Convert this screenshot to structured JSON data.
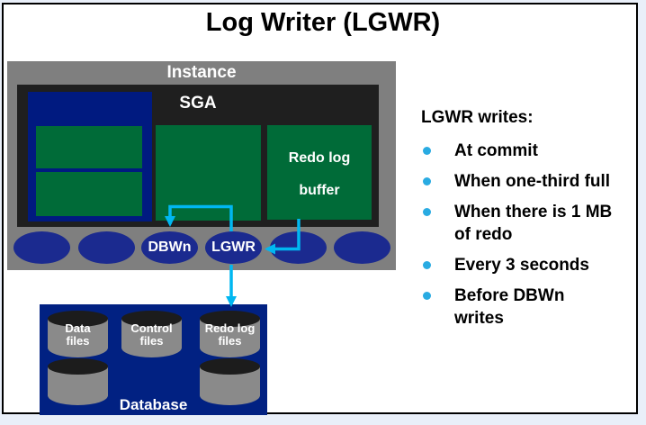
{
  "title": "Log Writer (LGWR)",
  "diagram": {
    "instance_label": "Instance",
    "sga_label": "SGA",
    "redo_log_buffer_label": {
      "lines": [
        "Redo log",
        "buffer"
      ]
    },
    "process_ovals": [
      "",
      "",
      "DBWn",
      "LGWR",
      "",
      ""
    ],
    "database": {
      "label": "Database",
      "cylinders": [
        {
          "lines": [
            "Data",
            "files"
          ]
        },
        {
          "lines": [
            "Control",
            "files"
          ]
        },
        {
          "lines": [
            "Redo log",
            "files"
          ]
        }
      ]
    },
    "arrows": [
      "lgwr-to-dbwn",
      "redo-log-buffer-to-lgwr",
      "lgwr-to-redo-log-files"
    ]
  },
  "panel": {
    "heading": "LGWR writes:",
    "bullets": [
      [
        "At commit"
      ],
      [
        "When one-third full"
      ],
      [
        "When there is 1 MB",
        "of redo"
      ],
      [
        "Every 3 seconds"
      ],
      [
        "Before DBWn",
        "writes"
      ]
    ]
  },
  "colors": {
    "arrow_cyan": "#00B7F1",
    "bullet_blue": "#29ABE2",
    "shared_pool_navy": "#001A80",
    "oval_navy": "#1B2A8F",
    "database_navy": "#012182",
    "box_green": "#006B38",
    "instance_gray": "#7F7F7F",
    "sga_black": "#1F1F1F",
    "frame_light_blue": "#E9EFF9"
  }
}
